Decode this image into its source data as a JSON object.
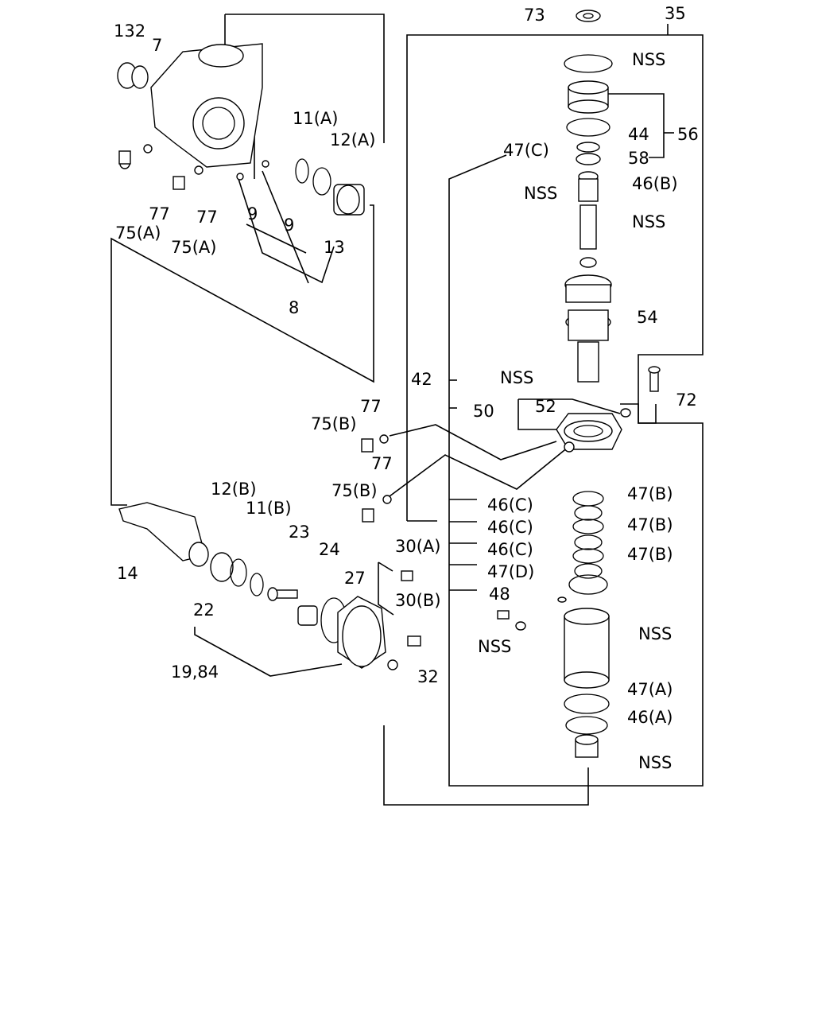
{
  "labels": {
    "l73": "73",
    "l35": "35",
    "nss_top": "NSS",
    "l44": "44",
    "l56": "56",
    "l47c": "47(C)",
    "l58": "58",
    "l46b": "46(B)",
    "nss_pin_left": "NSS",
    "nss_pin_right": "NSS",
    "l54": "54",
    "nss_balls": "NSS",
    "l42": "42",
    "l72": "72",
    "l50": "50",
    "l52": "52",
    "l77_mid1": "77",
    "l75b_1": "75(B)",
    "l77_mid2": "77",
    "l75b_2": "75(B)",
    "l46c_1": "46(C)",
    "l47b_1": "47(B)",
    "l46c_2": "46(C)",
    "l47b_2": "47(B)",
    "l46c_3": "46(C)",
    "l47b_3": "47(B)",
    "l47d": "47(D)",
    "l48": "48",
    "nss_bolt": "NSS",
    "nss_housing": "NSS",
    "l47a": "47(A)",
    "l46a": "46(A)",
    "nss_bottom": "NSS",
    "l132": "132",
    "l7": "7",
    "l11a": "11(A)",
    "l12a": "12(A)",
    "l77_a": "77",
    "l77_b": "77",
    "l9_a": "9",
    "l9_b": "9",
    "l75a_1": "75(A)",
    "l75a_2": "75(A)",
    "l13": "13",
    "l8": "8",
    "l12b": "12(B)",
    "l11b": "11(B)",
    "l23": "23",
    "l24": "24",
    "l27": "27",
    "l30a": "30(A)",
    "l30b": "30(B)",
    "l14": "14",
    "l22": "22",
    "l32": "32",
    "l1984": "19,84"
  }
}
